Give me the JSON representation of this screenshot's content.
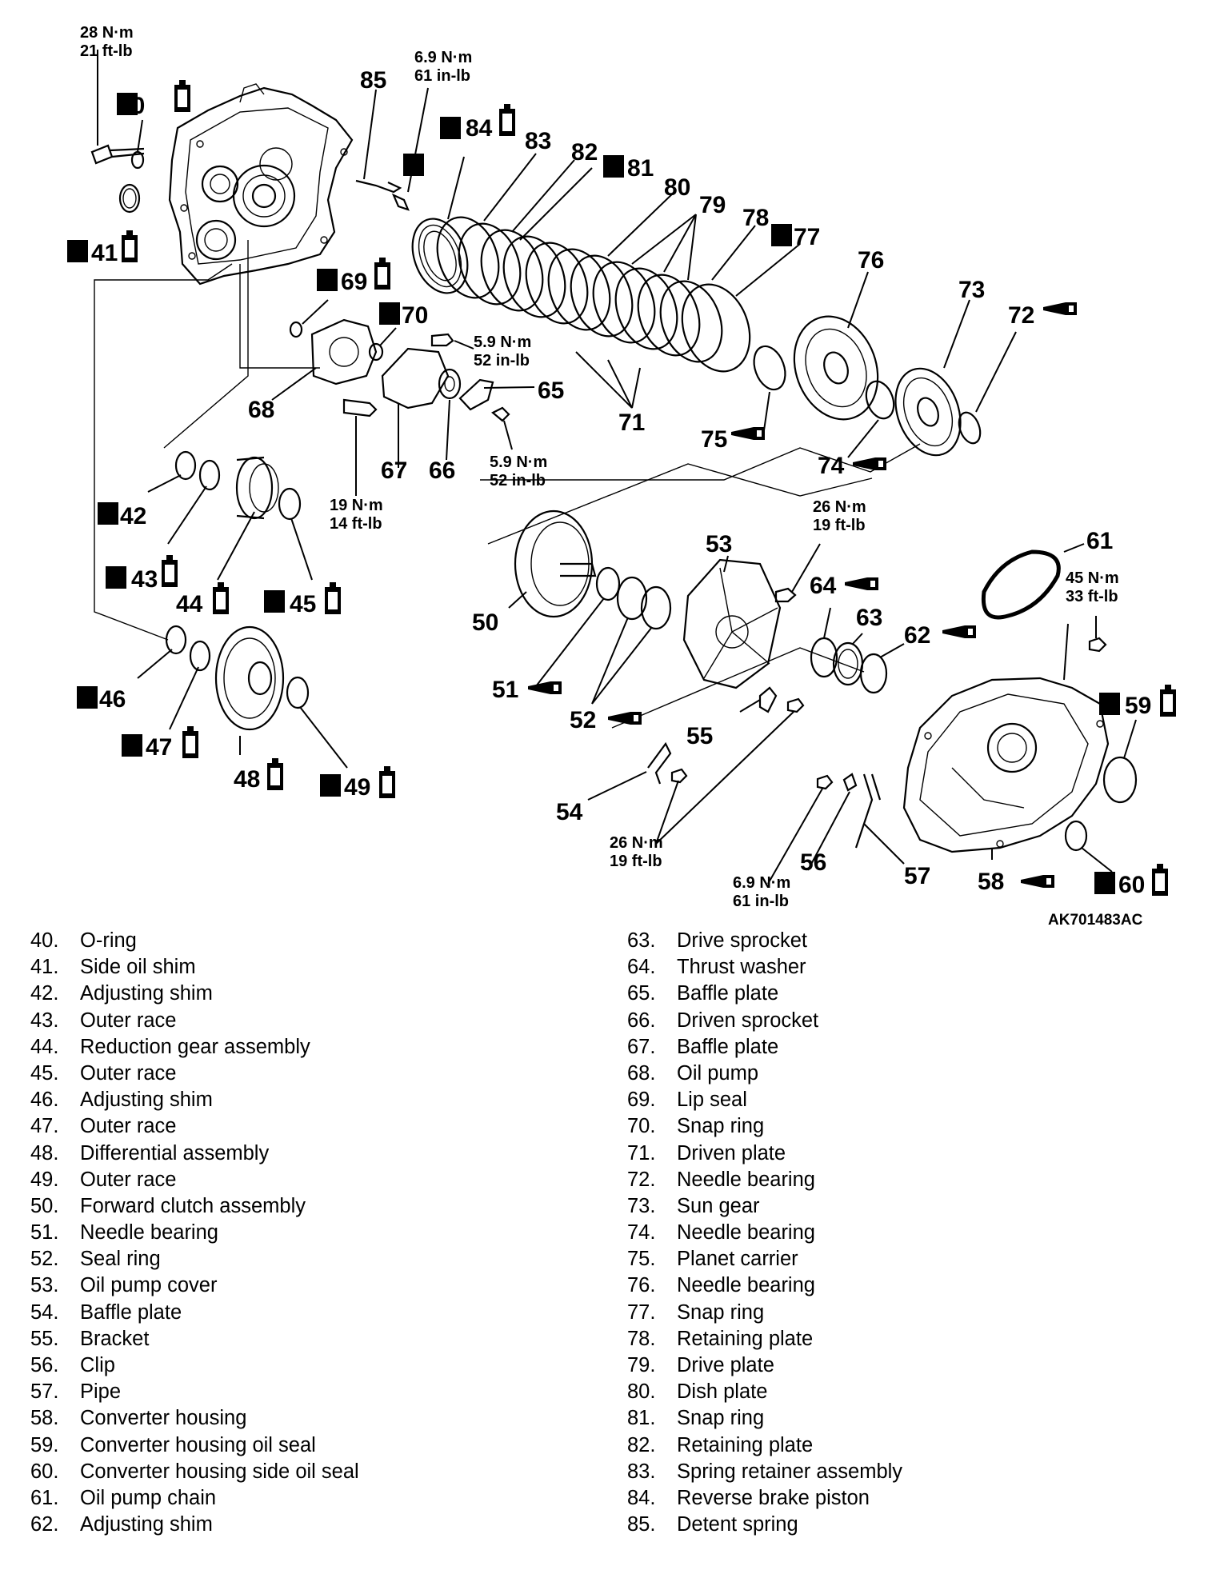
{
  "figure_id": "AK701483AC",
  "callouts": {
    "c40": "40",
    "c41": "41",
    "c42": "42",
    "c43": "43",
    "c44": "44",
    "c45": "45",
    "c46": "46",
    "c47": "47",
    "c48": "48",
    "c49": "49",
    "c50": "50",
    "c51": "51",
    "c52": "52",
    "c53": "53",
    "c54": "54",
    "c55": "55",
    "c56": "56",
    "c57": "57",
    "c58": "58",
    "c59": "59",
    "c60": "60",
    "c61": "61",
    "c62": "62",
    "c63": "63",
    "c64": "64",
    "c65": "65",
    "c66": "66",
    "c67": "67",
    "c68": "68",
    "c69": "69",
    "c70": "70",
    "c71": "71",
    "c72": "72",
    "c73": "73",
    "c74": "74",
    "c75": "75",
    "c76": "76",
    "c77": "77",
    "c78": "78",
    "c79": "79",
    "c80": "80",
    "c81": "81",
    "c82": "82",
    "c83": "83",
    "c84": "84",
    "c85": "85"
  },
  "new_part_mark": "N",
  "torque": {
    "t28_nm": "28 N·m",
    "t28_ftlb": "21 ft-lb",
    "t69_nm": "6.9 N·m",
    "t69_inlb": "61 in-lb",
    "t59a_nm": "5.9 N·m",
    "t59a_inlb": "52 in-lb",
    "t59b_nm": "5.9 N·m",
    "t59b_inlb": "52 in-lb",
    "t19_nm": "19 N·m",
    "t19_ftlb": "14 ft-lb",
    "t26a_nm": "26 N·m",
    "t26a_ftlb": "19 ft-lb",
    "t45_nm": "45 N·m",
    "t45_ftlb": "33 ft-lb",
    "t26b_nm": "26 N·m",
    "t26b_ftlb": "19 ft-lb",
    "t69b_nm": "6.9 N·m",
    "t69b_inlb": "61 in-lb"
  },
  "legend": {
    "left": [
      {
        "num": "40.",
        "name": "O-ring"
      },
      {
        "num": "41.",
        "name": "Side oil shim"
      },
      {
        "num": "42.",
        "name": "Adjusting shim"
      },
      {
        "num": "43.",
        "name": "Outer race"
      },
      {
        "num": "44.",
        "name": "Reduction gear assembly"
      },
      {
        "num": "45.",
        "name": "Outer race"
      },
      {
        "num": "46.",
        "name": "Adjusting shim"
      },
      {
        "num": "47.",
        "name": "Outer race"
      },
      {
        "num": "48.",
        "name": "Differential assembly"
      },
      {
        "num": "49.",
        "name": "Outer race"
      },
      {
        "num": "50.",
        "name": "Forward clutch assembly"
      },
      {
        "num": "51.",
        "name": "Needle bearing"
      },
      {
        "num": "52.",
        "name": "Seal ring"
      },
      {
        "num": "53.",
        "name": "Oil pump cover"
      },
      {
        "num": "54.",
        "name": "Baffle plate"
      },
      {
        "num": "55.",
        "name": "Bracket"
      },
      {
        "num": "56.",
        "name": "Clip"
      },
      {
        "num": "57.",
        "name": "Pipe"
      },
      {
        "num": "58.",
        "name": "Converter housing"
      },
      {
        "num": "59.",
        "name": "Converter housing oil seal"
      },
      {
        "num": "60.",
        "name": "Converter housing side oil seal"
      },
      {
        "num": "61.",
        "name": "Oil pump chain"
      },
      {
        "num": "62.",
        "name": "Adjusting shim"
      }
    ],
    "right": [
      {
        "num": "63.",
        "name": "Drive sprocket"
      },
      {
        "num": "64.",
        "name": "Thrust washer"
      },
      {
        "num": "65.",
        "name": "Baffle plate"
      },
      {
        "num": "66.",
        "name": "Driven sprocket"
      },
      {
        "num": "67.",
        "name": "Baffle plate"
      },
      {
        "num": "68.",
        "name": "Oil pump"
      },
      {
        "num": "69.",
        "name": "Lip seal"
      },
      {
        "num": "70.",
        "name": "Snap ring"
      },
      {
        "num": "71.",
        "name": "Driven plate"
      },
      {
        "num": "72.",
        "name": "Needle bearing"
      },
      {
        "num": "73.",
        "name": "Sun gear"
      },
      {
        "num": "74.",
        "name": "Needle bearing"
      },
      {
        "num": "75.",
        "name": "Planet carrier"
      },
      {
        "num": "76.",
        "name": "Needle bearing"
      },
      {
        "num": "77.",
        "name": "Snap ring"
      },
      {
        "num": "78.",
        "name": "Retaining plate"
      },
      {
        "num": "79.",
        "name": "Drive plate"
      },
      {
        "num": "80.",
        "name": "Dish plate"
      },
      {
        "num": "81.",
        "name": "Snap ring"
      },
      {
        "num": "82.",
        "name": "Retaining plate"
      },
      {
        "num": "83.",
        "name": "Spring retainer assembly"
      },
      {
        "num": "84.",
        "name": "Reverse brake piston"
      },
      {
        "num": "85.",
        "name": "Detent spring"
      }
    ]
  }
}
